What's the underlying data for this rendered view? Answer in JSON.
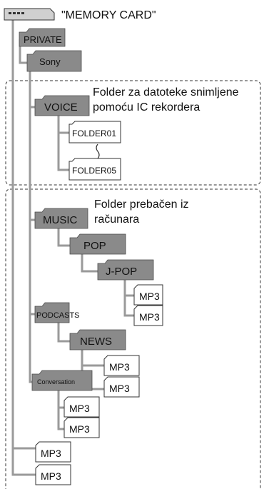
{
  "root": {
    "label": "\"MEMORY CARD\"",
    "icon": "memory-card-icon"
  },
  "folders": {
    "private": "PRIVATE",
    "sony": "Sony",
    "voice": "VOICE",
    "folder01": "FOLDER01",
    "folder05": "FOLDER05",
    "music": "MUSIC",
    "pop": "POP",
    "jpop": "J-POP",
    "podcasts": "PODCASTS",
    "news": "NEWS",
    "conversation": "Conversation"
  },
  "files": {
    "mp3": "MP3"
  },
  "annotations": {
    "voice_line1": "Folder za datoteke snimljene",
    "voice_line2": "pomoću IC rekordera",
    "music_line1": "Folder prebačen iz",
    "music_line2": "računara"
  },
  "colors": {
    "folder_fill": "#8a8a8a",
    "folder_stroke": "#4a4a4a",
    "line": "#9a9a9a",
    "dashed_border": "#333333"
  }
}
